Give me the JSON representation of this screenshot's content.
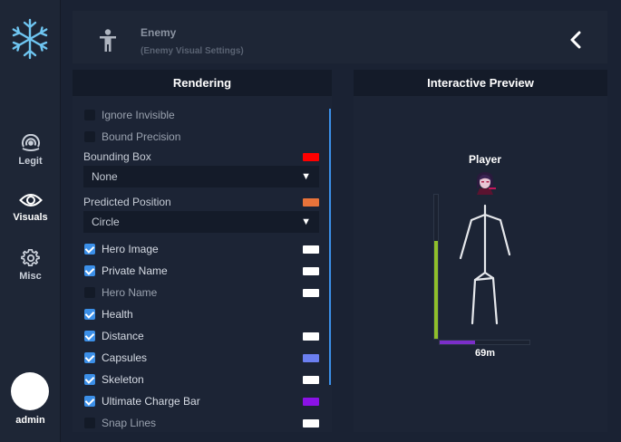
{
  "sidebar": {
    "logo_icon": "snowflake-icon",
    "items": [
      {
        "label": "Legit",
        "icon": "target-icon",
        "active": false
      },
      {
        "label": "Visuals",
        "icon": "eye-icon",
        "active": true
      },
      {
        "label": "Misc",
        "icon": "gear-icon",
        "active": false
      }
    ],
    "user": {
      "name": "admin"
    }
  },
  "header": {
    "icon": "person-icon",
    "title": "Enemy",
    "subtitle": "(Enemy Visual Settings)",
    "back_icon": "chevron-left-icon"
  },
  "rendering": {
    "title": "Rendering",
    "ignore_invisible": {
      "label": "Ignore Invisible",
      "checked": false
    },
    "bound_precision": {
      "label": "Bound Precision",
      "checked": false
    },
    "bounding_box": {
      "label": "Bounding Box",
      "color": "#ff0000",
      "selected": "None"
    },
    "predicted_position": {
      "label": "Predicted Position",
      "color": "#e8733a",
      "selected": "Circle"
    },
    "hero_image": {
      "label": "Hero Image",
      "checked": true,
      "color": "#ffffff"
    },
    "private_name": {
      "label": "Private Name",
      "checked": true,
      "color": "#ffffff"
    },
    "hero_name": {
      "label": "Hero Name",
      "checked": false,
      "color": "#ffffff"
    },
    "health": {
      "label": "Health",
      "checked": true
    },
    "distance": {
      "label": "Distance",
      "checked": true,
      "color": "#ffffff"
    },
    "capsules": {
      "label": "Capsules",
      "checked": true,
      "color": "#6b7ff0"
    },
    "skeleton": {
      "label": "Skeleton",
      "checked": true,
      "color": "#ffffff"
    },
    "ultimate_charge_bar": {
      "label": "Ultimate Charge Bar",
      "checked": true,
      "color": "#8a12e6"
    },
    "snap_lines": {
      "label": "Snap Lines",
      "checked": false,
      "color": "#ffffff"
    }
  },
  "preview": {
    "title": "Interactive Preview",
    "player_name": "Player",
    "health_fraction": 0.68,
    "ult_fraction": 0.39,
    "distance": "69m",
    "health_color": "#8fbf2b",
    "ult_color": "#7b2ec9"
  },
  "colors": {
    "accent": "#3b8fe8",
    "background": "#1a2233",
    "panel": "#1c2435"
  }
}
